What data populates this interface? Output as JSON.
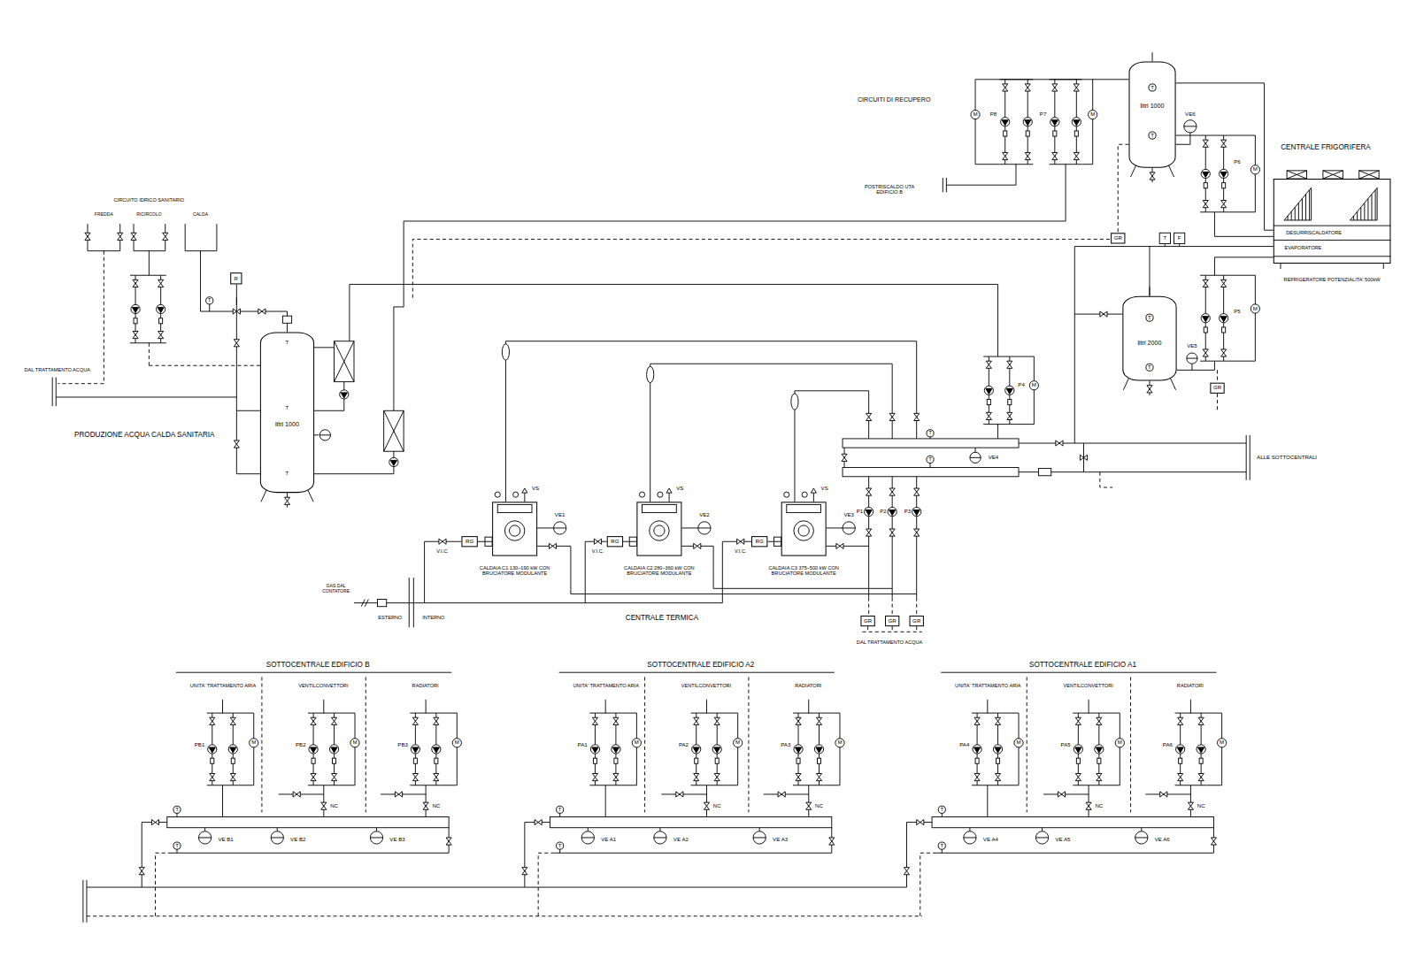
{
  "diagram": {
    "nodes": [
      {
        "text": [
          "litri 1000"
        ]
      },
      {
        "text": [
          "litri 1000"
        ]
      },
      {
        "text": [
          "litri 2000"
        ]
      },
      {
        "text": [
          "DESURRISCALDATORE",
          "EVAPORATORE",
          "REFRIGERATORE POTENZIALITA' 500kW"
        ]
      },
      {
        "text": [
          "R"
        ]
      },
      {
        "text": [
          "CALDAIA C1 130–190 kW CON BRUCIATORE MODULANTE"
        ]
      },
      {
        "text": [
          "CALDAIA C2 280–360 kW CON BRUCIATORE MODULANTE"
        ]
      },
      {
        "text": [
          "CALDAIA C3 375–500 kW CON BRUCIATORE MODULANTE"
        ]
      },
      {
        "text": [
          "RG"
        ]
      },
      {
        "text": [
          "RG"
        ]
      },
      {
        "text": [
          "RG"
        ]
      },
      {
        "text": [
          "GR"
        ]
      },
      {
        "text": [
          "GR"
        ]
      },
      {
        "text": [
          "GR"
        ]
      },
      {
        "text": [
          "GR"
        ]
      },
      {
        "text": [
          "GR"
        ]
      }
    ],
    "edges": [
      {
        "from": 8,
        "to": 5,
        "arrow": "none"
      },
      {
        "from": 9,
        "to": 6,
        "arrow": "none"
      },
      {
        "from": 10,
        "to": 7,
        "arrow": "none"
      },
      {
        "from": 3,
        "to": 1,
        "arrow": "none"
      },
      {
        "from": 3,
        "to": 2,
        "arrow": "none"
      }
    ],
    "labels": [
      "CIRCUITI DI RECUPERO",
      "P8",
      "M",
      "P7",
      "M",
      "T",
      "T",
      "VE6",
      "P6",
      "M",
      "POSTRISCALDO UTA EDIFICIO B",
      "CENTRALE FRIGORIFERA",
      "T",
      "F",
      "P5",
      "M",
      "VE5",
      "T",
      "T",
      "CIRCUITO IDRICO SANITARIO",
      "FREDDA",
      "RICIRCOLO",
      "CALDA",
      "DAL TRATTAMENTO ACQUA",
      "T",
      "T",
      "T",
      "T",
      "PRODUZIONE ACQUA CALDA SANITARIA",
      "P4",
      "M",
      "VE4",
      "T",
      "T",
      "VE1",
      "VE2",
      "VE3",
      "VS",
      "VS",
      "VS",
      "V.I.C.",
      "V.I.C.",
      "V.I.C.",
      "P1",
      "P2",
      "P3",
      "ALLE SOTTOCENTRALI",
      "GAS DAL CONTATORE",
      "ESTERNO",
      "INTERNO",
      "CENTRALE TERMICA",
      "DAL TRATTAMENTO ACQUA",
      "SOTTOCENTRALE EDIFICIO B",
      "UNITA' TRATTAMENTO ARIA",
      "VENTILCONVETTORI",
      "RADIATORI",
      "PB1",
      "PB2",
      "PB3",
      "M",
      "M",
      "M",
      "NC",
      "NC",
      "VE B1",
      "VE B2",
      "VE B3",
      "T",
      "T",
      "SOTTOCENTRALE EDIFICIO A2",
      "UNITA' TRATTAMENTO ARIA",
      "VENTILCONVETTORI",
      "RADIATORI",
      "PA1",
      "PA2",
      "PA3",
      "M",
      "M",
      "M",
      "NC",
      "NC",
      "VE A1",
      "VE A2",
      "VE A3",
      "T",
      "T",
      "SOTTOCENTRALE EDIFICIO A1",
      "UNITA' TRATTAMENTO ARIA",
      "VENTILCONVETTORI",
      "RADIATORI",
      "PA4",
      "PA5",
      "PA6",
      "M",
      "M",
      "M",
      "NC",
      "NC",
      "VE A4",
      "VE A5",
      "VE A6",
      "T",
      "T"
    ]
  }
}
